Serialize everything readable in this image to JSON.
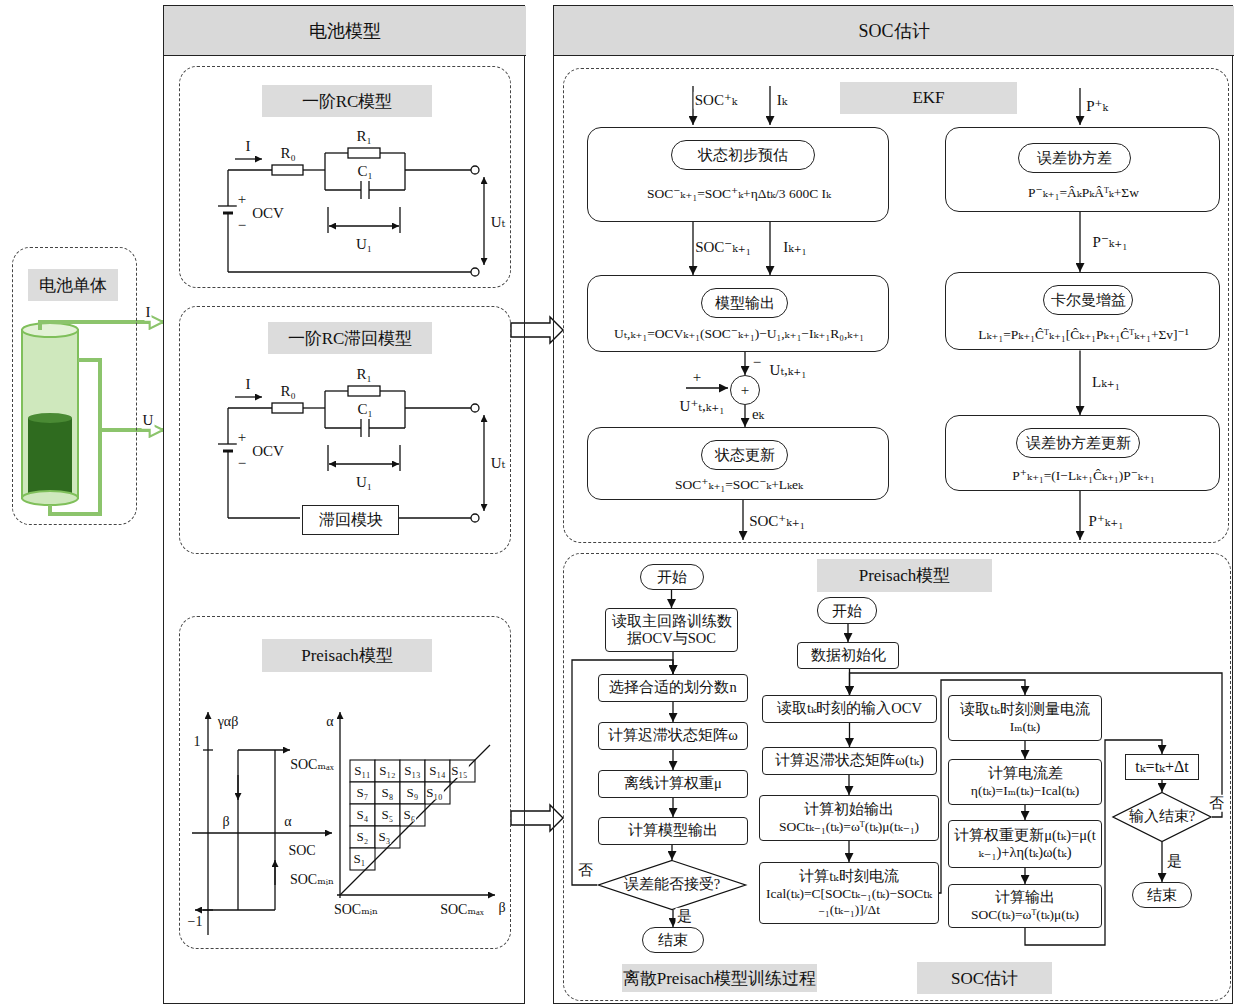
{
  "diagram": {
    "nodes": [
      {
        "text": [
          "电池单体"
        ]
      },
      {
        "text": [
          "电池模型"
        ]
      },
      {
        "text": [
          "一阶RC模型"
        ],
        "in": 1
      },
      {
        "text": [
          "一阶RC滞回模型"
        ],
        "in": 1
      },
      {
        "text": [
          "滞回模块"
        ],
        "in": 3
      },
      {
        "text": [
          "Preisach模型"
        ],
        "in": 1
      },
      {
        "text": [
          "SOC估计"
        ]
      },
      {
        "text": [
          "EKF"
        ],
        "in": 6
      },
      {
        "text": [
          "SOC⁻ₖ₊₁=SOC⁺ₖ+ηΔtₖ/3 600C Iₖ"
        ],
        "in": 7
      },
      {
        "text": [
          "状态初步预估"
        ],
        "in": 8
      },
      {
        "text": [
          "Uₜ,ₖ₊₁=OCVₖ₊₁(SOC⁻ₖ₊₁)−U₁,ₖ₊₁−Iₖ₊₁R₀,ₖ₊₁"
        ],
        "in": 7
      },
      {
        "text": [
          "模型输出"
        ],
        "in": 10
      },
      {
        "text": [
          "+"
        ],
        "in": 7
      },
      {
        "text": [
          "SOC⁺ₖ₊₁=SOC⁻ₖ+Lₖeₖ"
        ],
        "in": 7
      },
      {
        "text": [
          "状态更新"
        ],
        "in": 13
      },
      {
        "text": [
          "P⁻ₖ₊₁=ÂₖPₖÂᵀₖ+Σw"
        ],
        "in": 7
      },
      {
        "text": [
          "误差协方差"
        ],
        "in": 15
      },
      {
        "text": [
          "Lₖ₊₁=Pₖ₊₁Ĉᵀₖ₊₁[Ĉₖ₊₁Pₖ₊₁Ĉᵀₖ₊₁+Σv]⁻¹"
        ],
        "in": 7
      },
      {
        "text": [
          "卡尔曼增益"
        ],
        "in": 17
      },
      {
        "text": [
          "P⁺ₖ₊₁=(I−Lₖ₊₁Ĉₖ₊₁)P⁻ₖ₊₁"
        ],
        "in": 7
      },
      {
        "text": [
          "误差协方差更新"
        ],
        "in": 19
      },
      {
        "text": [
          "Preisach模型",
          "离散Preisach模型训练过程",
          "SOC估计"
        ],
        "in": 6
      },
      {
        "text": [
          "开始"
        ],
        "in": 21
      },
      {
        "text": [
          "读取主回路训练数据OCV与SOC"
        ],
        "in": 21
      },
      {
        "text": [
          "选择合适的划分数n"
        ],
        "in": 21
      },
      {
        "text": [
          "计算迟滞状态矩阵ω"
        ],
        "in": 21
      },
      {
        "text": [
          "离线计算权重μ"
        ],
        "in": 21
      },
      {
        "text": [
          "计算模型输出"
        ],
        "in": 21
      },
      {
        "text": [
          "误差能否接受?"
        ],
        "in": 21
      },
      {
        "text": [
          "结束"
        ],
        "in": 21
      },
      {
        "text": [
          "开始"
        ],
        "in": 21
      },
      {
        "text": [
          "数据初始化"
        ],
        "in": 21
      },
      {
        "text": [
          "读取tₖ时刻的输入OCV"
        ],
        "in": 21
      },
      {
        "text": [
          "计算迟滞状态矩阵ω(tₖ)"
        ],
        "in": 21
      },
      {
        "text": [
          "计算初始输出",
          "SOCtₖ₋₁(tₖ)=ωᵀ(tₖ)μ(tₖ₋₁)"
        ],
        "in": 21
      },
      {
        "text": [
          "计算tₖ时刻电流",
          "Ical(tₖ)=C[SOCtₖ₋₁(tₖ)−SOCtₖ₋₁(tₖ₋₁)]/Δt"
        ],
        "in": 21
      },
      {
        "text": [
          "读取tₖ时刻测量电流",
          "Iₘ(tₖ)"
        ],
        "in": 21
      },
      {
        "text": [
          "计算电流差",
          "η(tₖ)=Iₘ(tₖ)−Ical(tₖ)"
        ],
        "in": 21
      },
      {
        "text": [
          "计算权重更新μ(tₖ)=μ(tₖ₋₁)+λη(tₖ)ω(tₖ)"
        ],
        "in": 21
      },
      {
        "text": [
          "计算输出",
          "SOC(tₖ)=ωᵀ(tₖ)μ(tₖ)"
        ],
        "in": 21
      },
      {
        "text": [
          "tₖ=tₖ+Δt"
        ],
        "in": 21
      },
      {
        "text": [
          "输入结束?"
        ],
        "in": 21
      },
      {
        "text": [
          "结束"
        ],
        "in": 21
      }
    ],
    "edges": [
      {
        "from": 0,
        "to": 1,
        "label": "I",
        "arrow": "to"
      },
      {
        "from": 0,
        "to": 1,
        "label": "U",
        "arrow": "to"
      },
      {
        "from": 3,
        "to": 7,
        "arrow": "to"
      },
      {
        "from": 5,
        "to": 21,
        "arrow": "to"
      },
      {
        "from": 8,
        "to": 10,
        "label": "SOC⁻ₖ₊₁",
        "arrow": "to"
      },
      {
        "from": 8,
        "to": 10,
        "label": "Iₖ₊₁",
        "arrow": "to"
      },
      {
        "from": 10,
        "to": 12,
        "label": "Uₜ,ₖ₊₁",
        "arrow": "to"
      },
      {
        "from": 12,
        "to": 13,
        "label": "eₖ",
        "arrow": "to"
      },
      {
        "from": 15,
        "to": 17,
        "label": "P⁻ₖ₊₁",
        "arrow": "to"
      },
      {
        "from": 17,
        "to": 19,
        "label": "Lₖ₊₁",
        "arrow": "to"
      },
      {
        "from": 22,
        "to": 23,
        "arrow": "to"
      },
      {
        "from": 23,
        "to": 24,
        "arrow": "to"
      },
      {
        "from": 24,
        "to": 25,
        "arrow": "to"
      },
      {
        "from": 25,
        "to": 26,
        "arrow": "to"
      },
      {
        "from": 26,
        "to": 27,
        "arrow": "to"
      },
      {
        "from": 27,
        "to": 28,
        "arrow": "to"
      },
      {
        "from": 28,
        "to": 29,
        "label": "是",
        "arrow": "to"
      },
      {
        "from": 28,
        "to": 24,
        "label": "否",
        "arrow": "to"
      },
      {
        "from": 30,
        "to": 31,
        "arrow": "to"
      },
      {
        "from": 31,
        "to": 32,
        "arrow": "to"
      },
      {
        "from": 32,
        "to": 33,
        "arrow": "to"
      },
      {
        "from": 33,
        "to": 34,
        "arrow": "to"
      },
      {
        "from": 34,
        "to": 35,
        "arrow": "to"
      },
      {
        "from": 35,
        "to": 36,
        "arrow": "to"
      },
      {
        "from": 36,
        "to": 37,
        "arrow": "to"
      },
      {
        "from": 37,
        "to": 38,
        "arrow": "to"
      },
      {
        "from": 38,
        "to": 39,
        "arrow": "to"
      },
      {
        "from": 39,
        "to": 40,
        "arrow": "to"
      },
      {
        "from": 40,
        "to": 41,
        "arrow": "to"
      },
      {
        "from": 41,
        "to": 42,
        "label": "是",
        "arrow": "to"
      },
      {
        "from": 41,
        "to": 32,
        "label": "否",
        "arrow": "to"
      }
    ],
    "labels": [
      "I",
      "R₀",
      "R₁",
      "C₁",
      "+",
      "OCV",
      "−",
      "U₁",
      "Uₜ",
      "I",
      "R₀",
      "R₁",
      "C₁",
      "+",
      "OCV",
      "−",
      "U₁",
      "Uₜ",
      "1",
      "γαβ",
      "β",
      "α",
      "SOC",
      "SOCₘₐₓ",
      "SOCₘᵢₙ",
      "−1",
      "α",
      "SOCₘᵢₙ",
      "SOCₘₐₓ",
      "β",
      "S₁₁",
      "S₁₂",
      "S₁₃",
      "S₁₄",
      "S₁₅",
      "S₇",
      "S₈",
      "S₉",
      "S₁₀",
      "S₄",
      "S₅",
      "S₆",
      "S₂",
      "S₃",
      "S₁",
      "SOC⁺ₖ",
      "Iₖ",
      "+",
      "U⁺ₜ,ₖ₊₁",
      "−",
      "SOC⁺ₖ₊₁",
      "P⁺ₖ",
      "P⁺ₖ₊₁"
    ]
  }
}
